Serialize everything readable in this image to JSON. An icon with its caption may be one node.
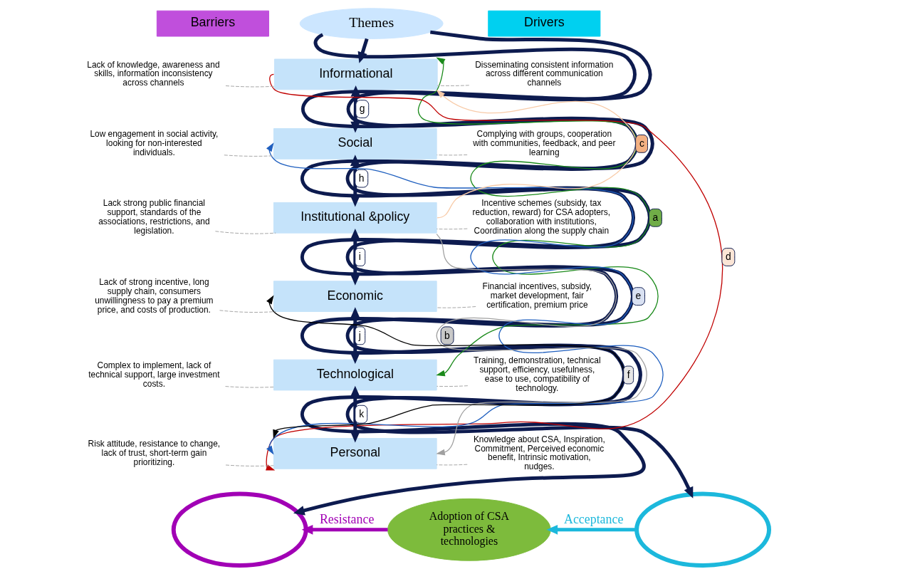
{
  "diagram": {
    "nodes": [
      {
        "text": [
          "Barriers"
        ]
      },
      {
        "text": [
          "Themes"
        ]
      },
      {
        "text": [
          "Drivers"
        ]
      },
      {
        "text": [],
        "shape": "ellipse"
      },
      {
        "text": [],
        "shape": "ellipse"
      },
      {
        "text": [
          "Informational"
        ]
      },
      {
        "text": [
          "Social"
        ]
      },
      {
        "text": [
          "Institutional &policy"
        ]
      },
      {
        "text": [
          "Economic"
        ]
      },
      {
        "text": [
          "Technological"
        ]
      },
      {
        "text": [
          "Personal"
        ]
      },
      {
        "text": [
          "Adoption of CSA practices & technologies"
        ]
      },
      {
        "text": [
          "Lack of knowledge, awareness and skills, information inconsistency across channels"
        ]
      },
      {
        "text": [
          "Low engagement in social activity, looking for non-interested individuals."
        ]
      },
      {
        "text": [
          "Lack strong public financial support, standards of the associations, restrictions, and legislation."
        ]
      },
      {
        "text": [
          "Lack of strong incentive, long supply chain, consumers unwillingness to pay a premium price, and costs of production."
        ]
      },
      {
        "text": [
          "Complex to implement, lack of technical support, large investment costs."
        ]
      },
      {
        "text": [
          "Risk attitude, resistance to change, lack of trust, short-term gain prioritizing."
        ]
      },
      {
        "text": [
          "Disseminating consistent information across different communication channels"
        ]
      },
      {
        "text": [
          "Complying with groups, cooperation with communities, feedback, and peer learning"
        ]
      },
      {
        "text": [
          "Incentive schemes (subsidy, tax reduction, reward) for CSA adopters, collaboration with institutions, Coordination along the supply chain"
        ]
      },
      {
        "text": [
          "Financial incentives, subsidy, market development, fair certification, premium price"
        ]
      },
      {
        "text": [
          "Training, demonstration, technical support, efficiency, usefulness, ease to use, compatibility of technology."
        ]
      },
      {
        "text": [
          "Knowledge about CSA, Inspiration, Commitment, Perceived economic benefit, Intrinsic motivation, nudges."
        ]
      }
    ],
    "edges": [
      {
        "from": 1,
        "to": 3,
        "arrow": "to",
        "style": "thick",
        "color": "#0d1b4f"
      },
      {
        "from": 1,
        "to": 4,
        "arrow": "to",
        "style": "thick",
        "color": "#0d1b4f"
      },
      {
        "from": 1,
        "to": 5,
        "arrow": "to",
        "style": "thick",
        "color": "#0d1b4f"
      },
      {
        "from": 5,
        "to": 6,
        "arrow": "both",
        "label": "g",
        "style": "thick",
        "color": "#0d1b4f"
      },
      {
        "from": 6,
        "to": 7,
        "arrow": "both",
        "label": "h",
        "style": "thick",
        "color": "#0d1b4f"
      },
      {
        "from": 7,
        "to": 8,
        "arrow": "both",
        "label": "i",
        "style": "thick",
        "color": "#0d1b4f"
      },
      {
        "from": 8,
        "to": 9,
        "arrow": "both",
        "label": "j",
        "style": "thick",
        "color": "#0d1b4f"
      },
      {
        "from": 9,
        "to": 10,
        "arrow": "both",
        "label": "k",
        "style": "thick",
        "color": "#0d1b4f"
      },
      {
        "from": 5,
        "to": 9,
        "arrow": "both",
        "label": "a",
        "color": "#1a8a1a"
      },
      {
        "from": 7,
        "to": 10,
        "arrow": "to",
        "label": "b",
        "color": "#a0a0a0"
      },
      {
        "from": 7,
        "to": 5,
        "arrow": "to",
        "label": "c",
        "color": "#f8cba8"
      },
      {
        "from": 5,
        "to": 10,
        "arrow": "to",
        "label": "d",
        "color": "#c00000"
      },
      {
        "from": 6,
        "to": 10,
        "arrow": "both",
        "label": "e",
        "color": "#1f5fbf"
      },
      {
        "from": 8,
        "to": 10,
        "arrow": "both",
        "label": "f",
        "color": "#000000"
      },
      {
        "from": 12,
        "to": 5,
        "arrow": "none",
        "style": "dashed",
        "color": "#a6a6a6"
      },
      {
        "from": 13,
        "to": 6,
        "arrow": "none",
        "style": "dashed",
        "color": "#a6a6a6"
      },
      {
        "from": 14,
        "to": 7,
        "arrow": "none",
        "style": "dashed",
        "color": "#a6a6a6"
      },
      {
        "from": 15,
        "to": 8,
        "arrow": "none",
        "style": "dashed",
        "color": "#a6a6a6"
      },
      {
        "from": 16,
        "to": 9,
        "arrow": "none",
        "style": "dashed",
        "color": "#a6a6a6"
      },
      {
        "from": 17,
        "to": 10,
        "arrow": "none",
        "style": "dashed",
        "color": "#a6a6a6"
      },
      {
        "from": 18,
        "to": 5,
        "arrow": "none",
        "style": "dashed",
        "color": "#a6a6a6"
      },
      {
        "from": 19,
        "to": 6,
        "arrow": "none",
        "style": "dashed",
        "color": "#a6a6a6"
      },
      {
        "from": 20,
        "to": 7,
        "arrow": "none",
        "style": "dashed",
        "color": "#a6a6a6"
      },
      {
        "from": 21,
        "to": 8,
        "arrow": "none",
        "style": "dashed",
        "color": "#a6a6a6"
      },
      {
        "from": 22,
        "to": 9,
        "arrow": "none",
        "style": "dashed",
        "color": "#a6a6a6"
      },
      {
        "from": 23,
        "to": 10,
        "arrow": "none",
        "style": "dashed",
        "color": "#a6a6a6"
      },
      {
        "from": 11,
        "to": 3,
        "arrow": "to",
        "label": "Resistance",
        "style": "thick",
        "color": "#a100b5"
      },
      {
        "from": 4,
        "to": 11,
        "arrow": "to",
        "label": "Acceptance",
        "style": "thick",
        "color": "#1cb8dc"
      }
    ]
  }
}
